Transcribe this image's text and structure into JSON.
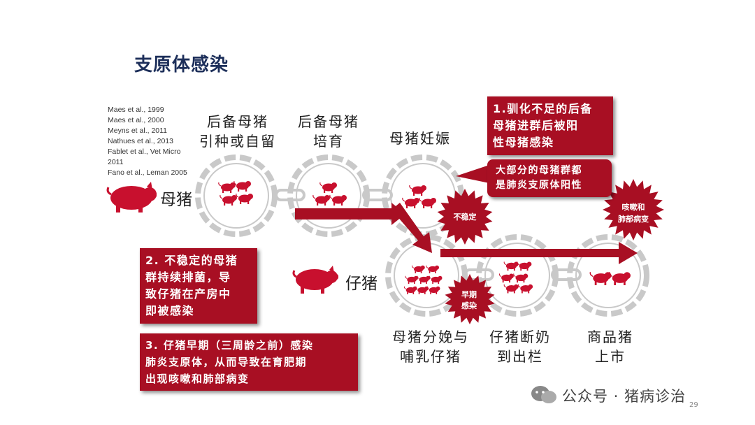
{
  "title": "支原体感染",
  "references": [
    "Maes et al., 1999",
    "Maes et al., 2000",
    "Meyns et al., 2011",
    "Nathues et al., 2013",
    "Fablet et al., Vet Micro",
    "2011",
    "Fano et al., Leman 2005"
  ],
  "row_labels": {
    "sow": "母猪",
    "piglet": "仔猪"
  },
  "stages_top": [
    {
      "line1": "后备母猪",
      "line2": "引种或自留"
    },
    {
      "line1": "后备母猪",
      "line2": "培育"
    },
    {
      "line1": "母猪妊娠",
      "line2": ""
    }
  ],
  "stages_bottom": [
    {
      "line1": "母猪分娩与",
      "line2": "哺乳仔猪"
    },
    {
      "line1": "仔猪断奶",
      "line2": "到出栏"
    },
    {
      "line1": "商品猪",
      "line2": "上市"
    }
  ],
  "boxes": {
    "box1": [
      "1.驯化不足的后备",
      "母猪进群后被阳",
      "性母猪感染"
    ],
    "callout": [
      "大部分的母猪群都",
      "是肺炎支原体阳性"
    ],
    "box2": [
      "2. 不稳定的母猪",
      "群持续排菌，导",
      "致仔猪在产房中",
      "即被感染"
    ],
    "box3": [
      "3. 仔猪早期（三周龄之前）感染",
      "肺炎支原体，从而导致在育肥期",
      "出现咳嗽和肺部病变"
    ]
  },
  "bursts": {
    "unstable": "不稳定",
    "early": [
      "早期",
      "感染"
    ],
    "cough": [
      "咳嗽和",
      "肺部病变"
    ]
  },
  "watermark": "公众号 · 猪病诊治",
  "page_number": "29",
  "colors": {
    "red": "#a80f23",
    "pig": "#c8102e",
    "title": "#1d2f5a",
    "chain": "#c9c9c9"
  }
}
